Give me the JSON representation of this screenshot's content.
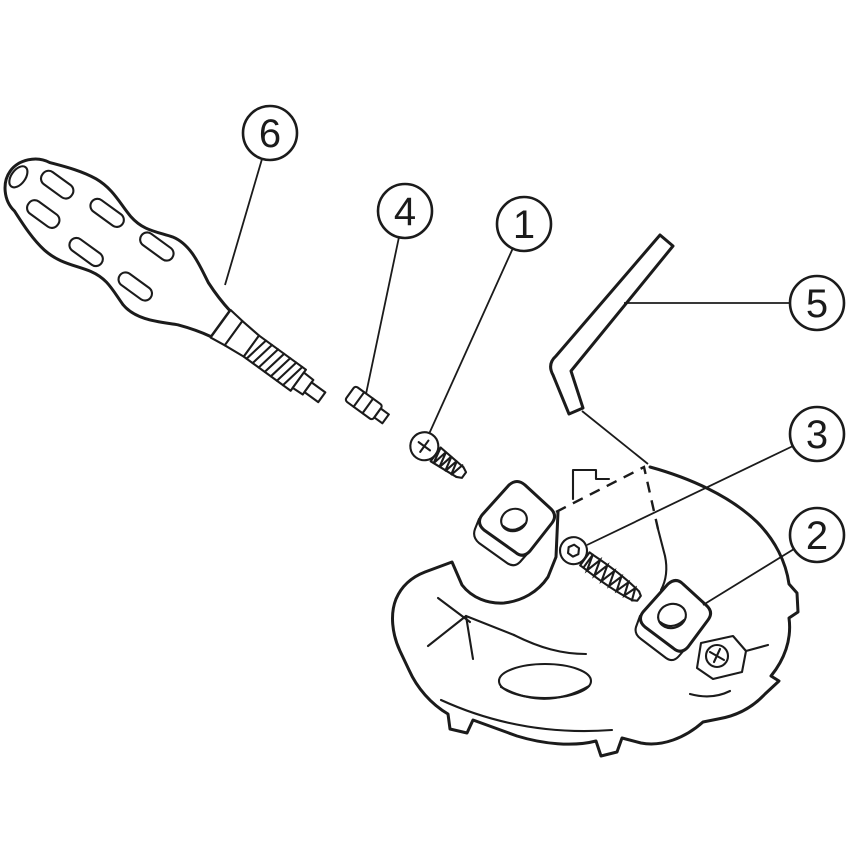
{
  "figure": {
    "background": "#ffffff",
    "line_color": "#1b1b1b",
    "callouts": [
      {
        "label": "1",
        "points_to": "insert-screw"
      },
      {
        "label": "2",
        "points_to": "indexable-insert"
      },
      {
        "label": "3",
        "points_to": "clamp-screw"
      },
      {
        "label": "4",
        "points_to": "driver-bit"
      },
      {
        "label": "5",
        "points_to": "hex-key"
      },
      {
        "label": "6",
        "points_to": "screwdriver"
      }
    ]
  }
}
